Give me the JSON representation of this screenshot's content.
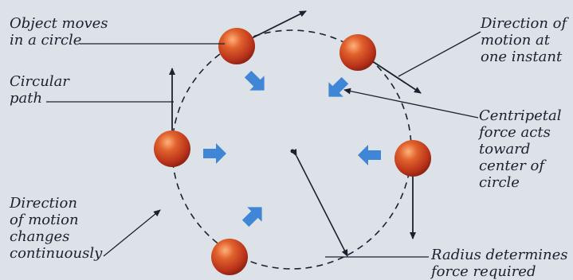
{
  "labels": {
    "object_moves": "Object moves\nin a circle",
    "circular_path": "Circular\npath",
    "direction_changes": "Direction\nof motion\nchanges\ncontinuously",
    "direction_instant": "Direction of\nmotion at\none instant",
    "centripetal_force": "Centripetal\nforce acts\ntoward\ncenter of\ncircle",
    "radius_determines": "Radius determines\nforce required"
  },
  "colors": {
    "background": "#dde2e8",
    "ball": "#c8401f",
    "force_arrow": "#3f86d6",
    "line": "#1a2230"
  }
}
